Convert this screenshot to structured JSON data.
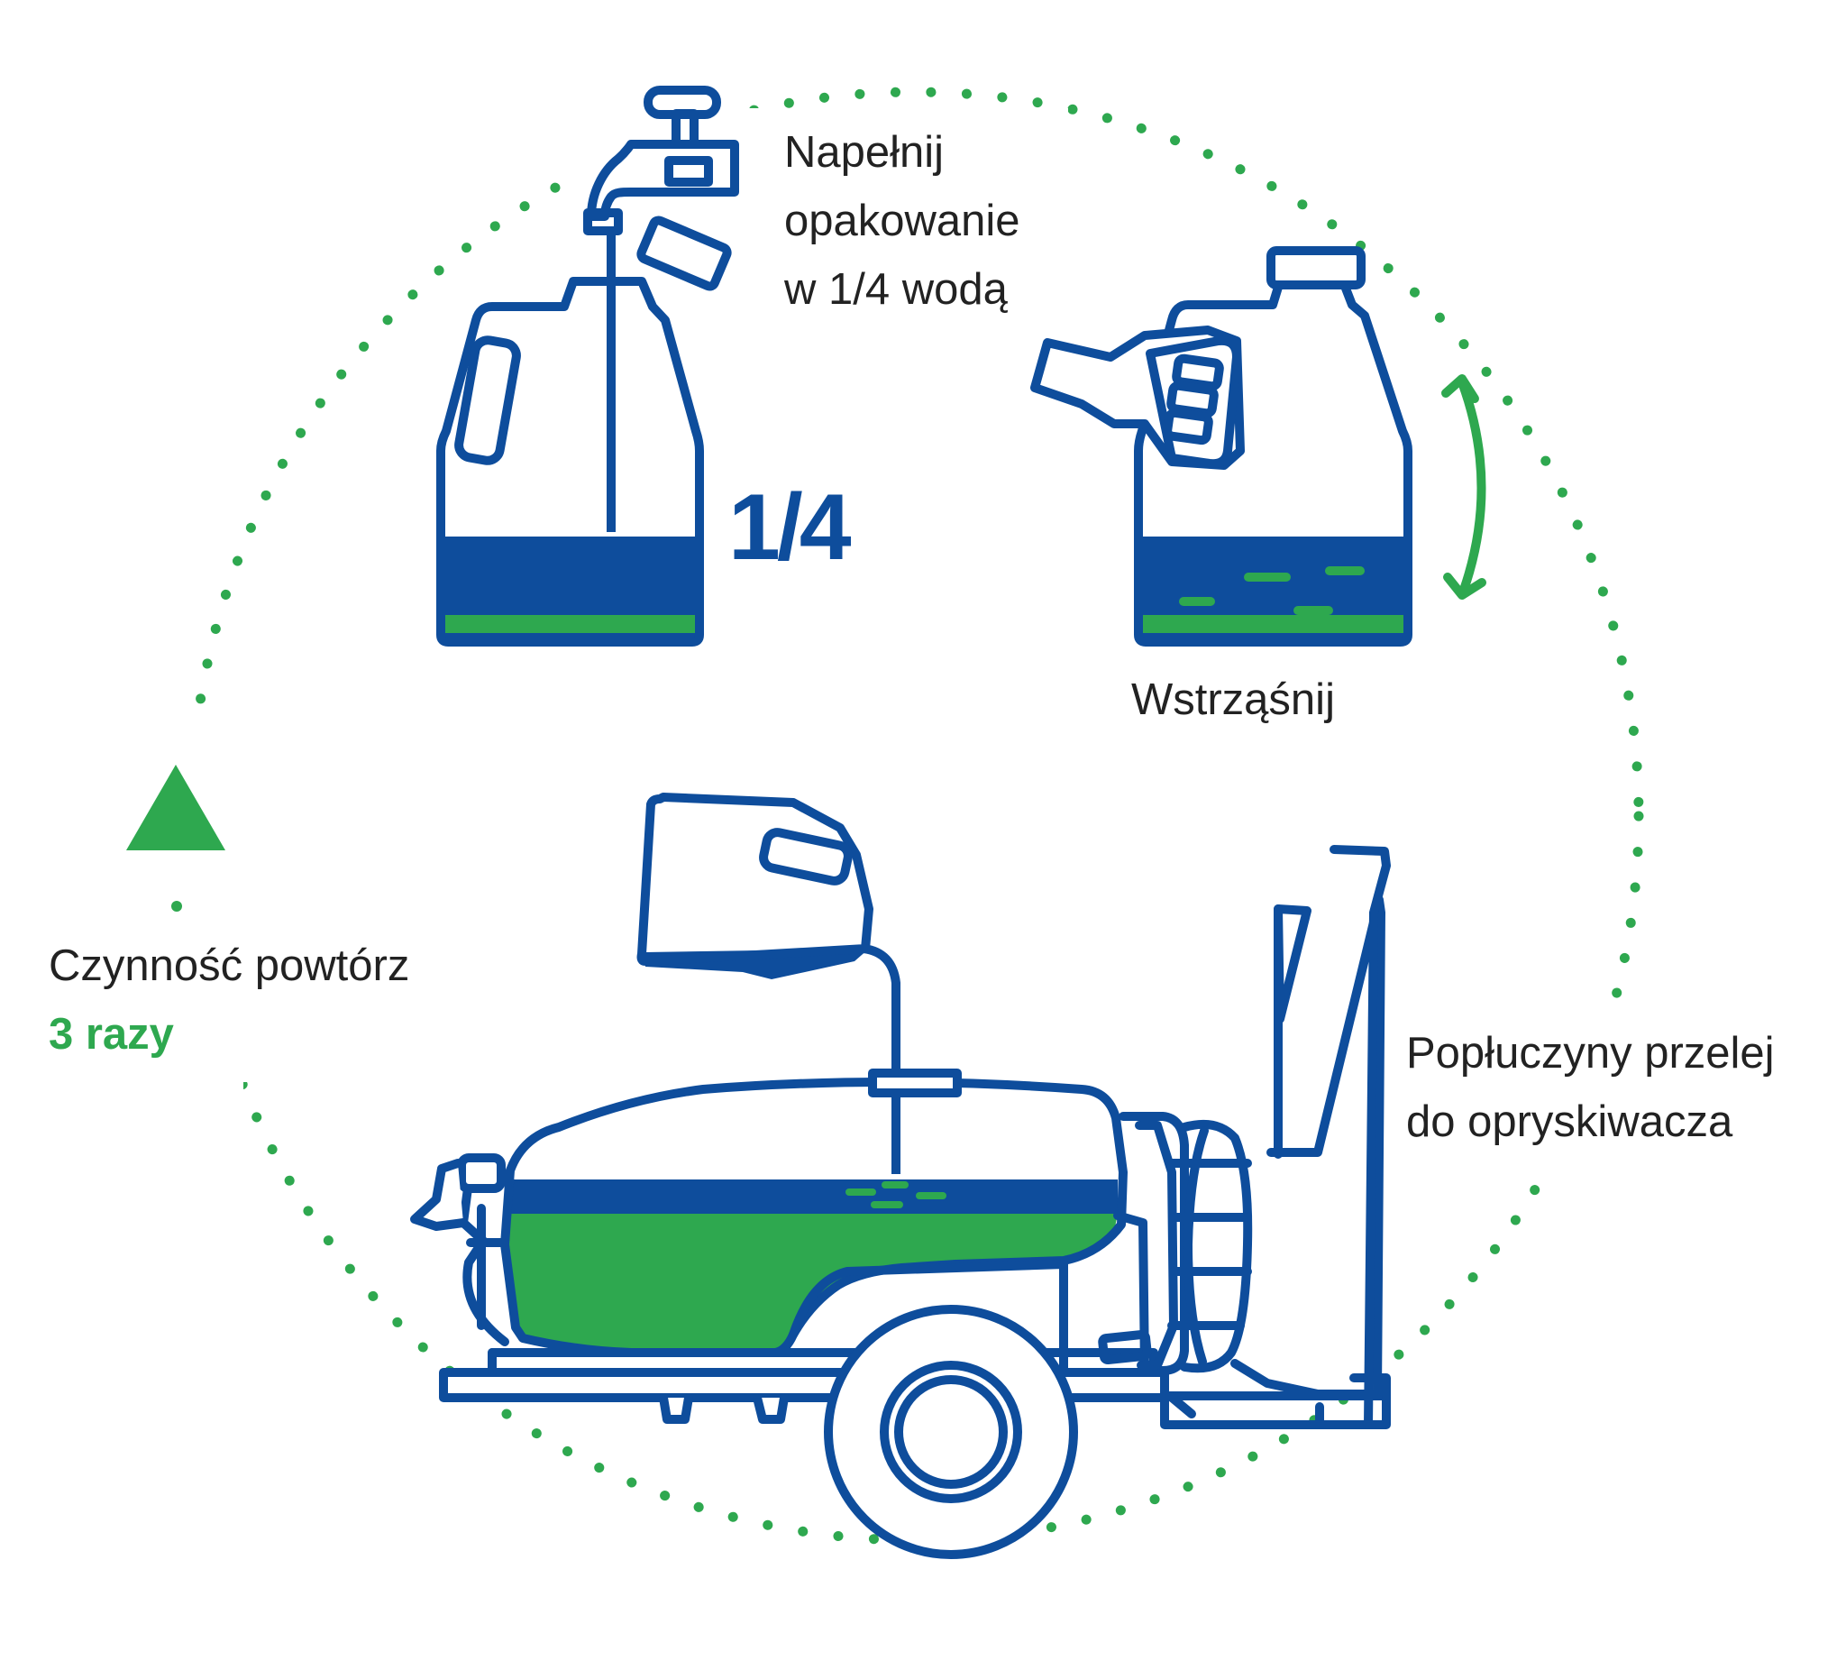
{
  "colors": {
    "blue": "#0e4d9c",
    "green": "#2ea84f",
    "text": "#222222",
    "background": "#ffffff"
  },
  "steps": {
    "fill": {
      "lines": [
        "Napełnij",
        "opakowanie",
        "w 1/4 wodą"
      ],
      "fraction": "1/4"
    },
    "shake": {
      "lines": [
        "Wstrząśnij"
      ]
    },
    "pour": {
      "lines": [
        "Popłuczyny przelej",
        "do opryskiwacza"
      ]
    },
    "repeat": {
      "line1": "Czynność powtórz",
      "line2": "3 razy"
    }
  },
  "icons": [
    "tap-icon",
    "canister-icon",
    "hand-icon",
    "shake-arrow-icon",
    "sprayer-icon",
    "cycle-arrow-icon"
  ]
}
